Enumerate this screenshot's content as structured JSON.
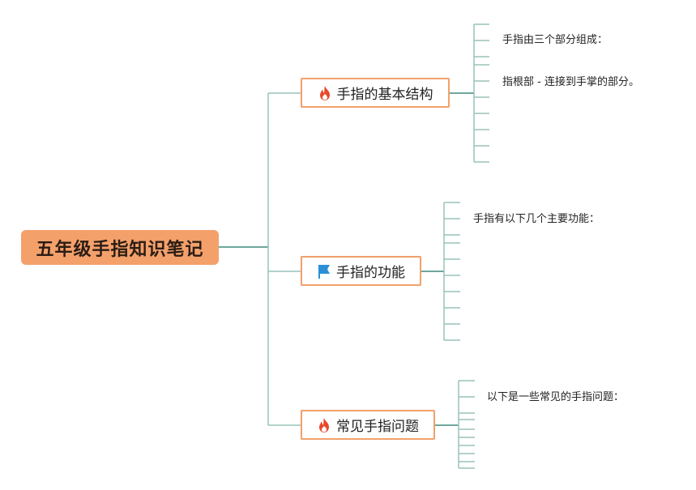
{
  "root": {
    "title": "五年级手指知识笔记"
  },
  "branches": [
    {
      "title": "手指的基本结构",
      "icon": "fire-icon",
      "notes": [
        "手指由三个部分组成：",
        "指根部 - 连接到手掌的部分。"
      ]
    },
    {
      "title": "手指的功能",
      "icon": "blue-flag-icon",
      "notes": [
        "手指有以下几个主要功能："
      ]
    },
    {
      "title": "常见手指问题",
      "icon": "fire-icon",
      "notes": [
        "以下是一些常见的手指问题："
      ]
    }
  ],
  "colors": {
    "root_fill": "#f4a06b",
    "topic_border": "#f2a06c",
    "connector": "#3e8a7e",
    "leaf_line": "#98c2bb",
    "flame": "#e8492b",
    "flag": "#2b8fd6"
  }
}
